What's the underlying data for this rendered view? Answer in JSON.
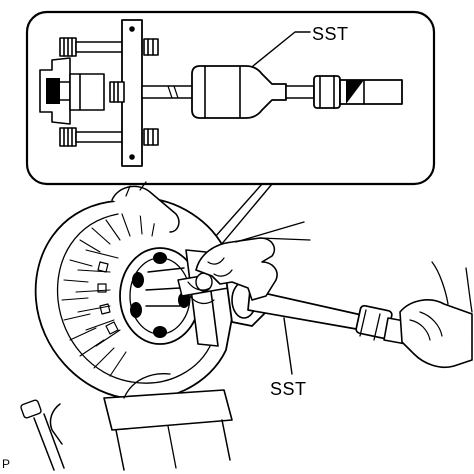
{
  "labels": {
    "sst_top": "SST",
    "sst_bottom": "SST",
    "figure_code": "P"
  },
  "colors": {
    "line": "#000000",
    "background": "#ffffff",
    "fill_light": "#ffffff",
    "fill_dark": "#000000"
  }
}
